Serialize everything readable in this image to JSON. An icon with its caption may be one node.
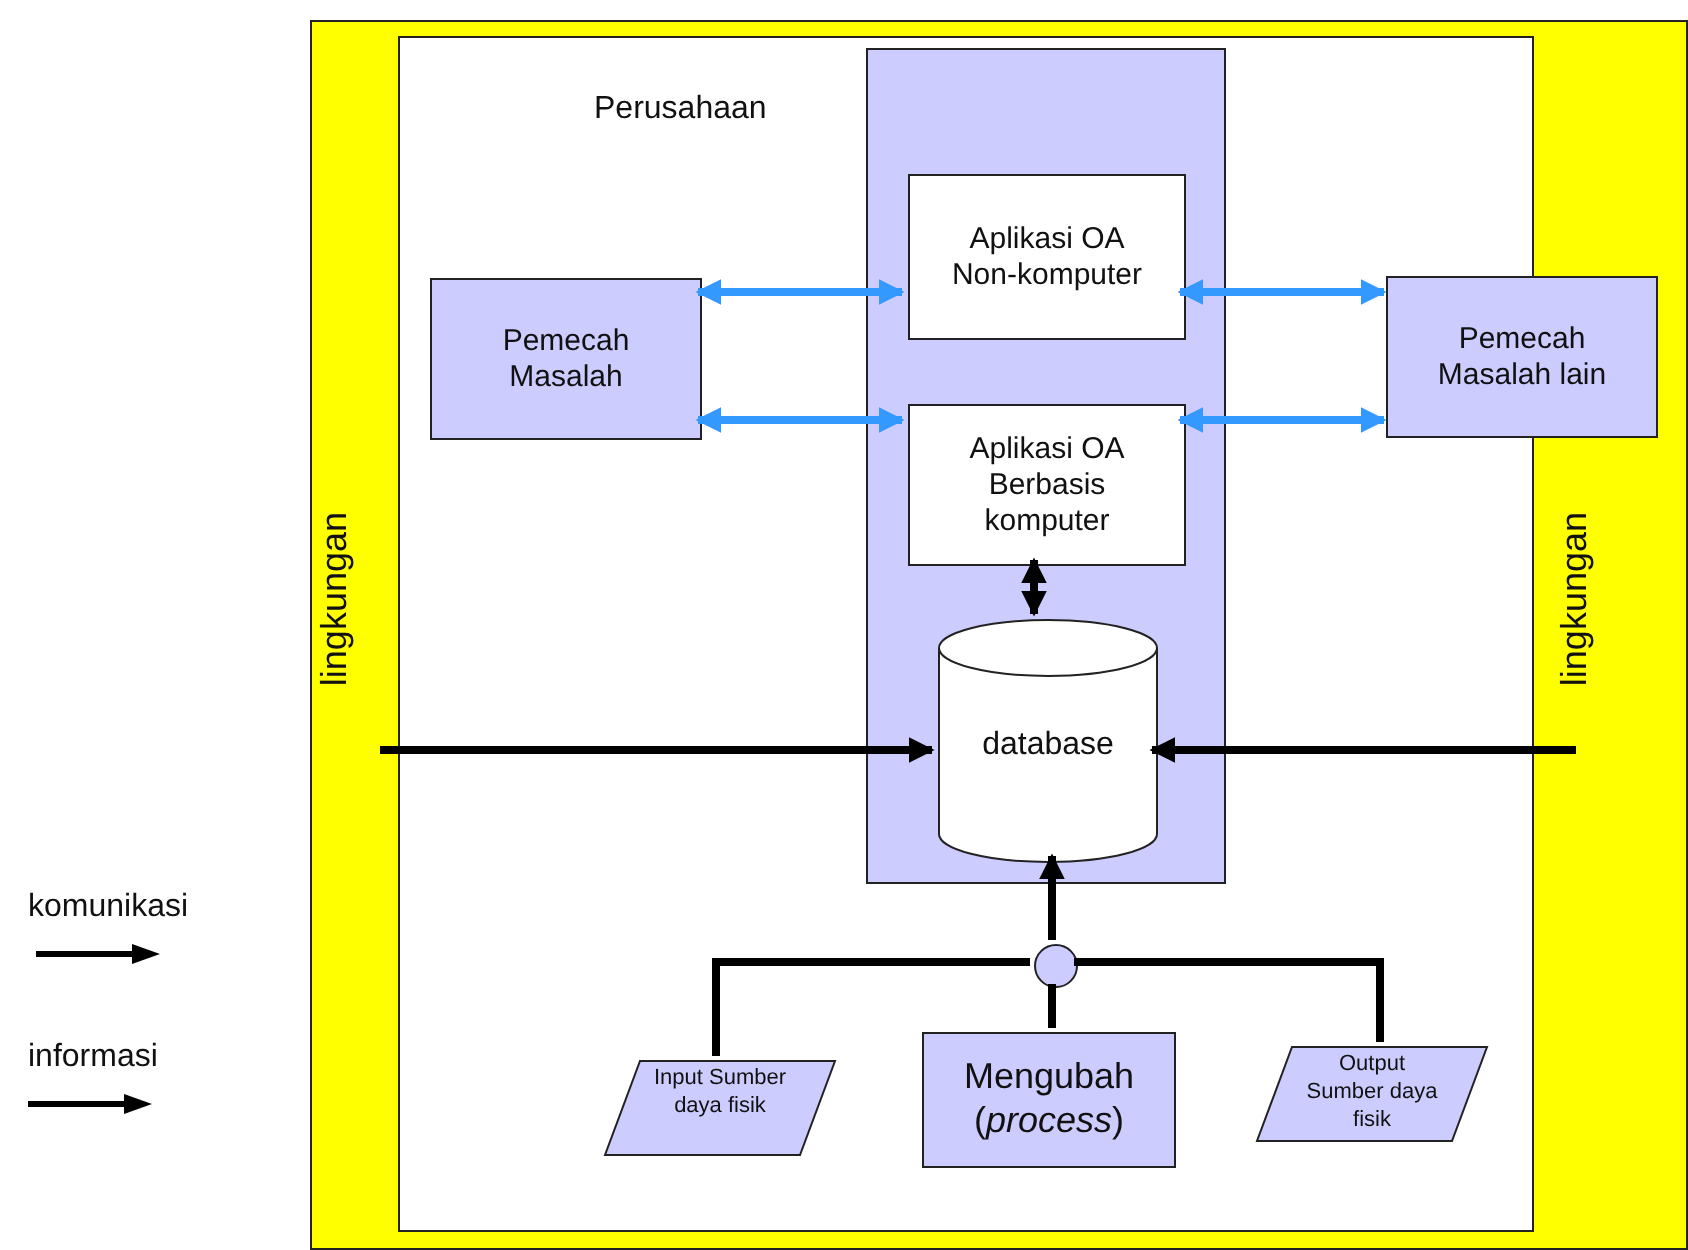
{
  "diagram": {
    "nodes": [
      {
        "text": [
          "lingkungan",
          "lingkungan"
        ]
      },
      {
        "text": [
          "Perusahaan"
        ],
        "in": 0
      },
      {
        "text": [],
        "shape": "box",
        "in": 1
      },
      {
        "text": [
          "Aplikasi OA Non-komputer"
        ],
        "in": 2
      },
      {
        "text": [
          "Aplikasi OA Berbasis komputer"
        ],
        "in": 2
      },
      {
        "text": [
          "database"
        ],
        "in": 2
      },
      {
        "text": [
          "Pemecah Masalah"
        ],
        "in": 1
      },
      {
        "text": [
          "Pemecah Masalah lain"
        ],
        "in": 0
      },
      {
        "text": [],
        "shape": "circle",
        "in": 1
      },
      {
        "text": [
          "Input Sumber daya fisik"
        ],
        "in": 1
      },
      {
        "text": [
          "Mengubah (*process*)"
        ],
        "in": 1
      },
      {
        "text": [
          "Output Sumber daya fisik"
        ],
        "in": 1
      }
    ],
    "edges": [
      {
        "from": 6,
        "to": 3,
        "arrow": "both",
        "color": "#3399ff"
      },
      {
        "from": 6,
        "to": 4,
        "arrow": "both",
        "color": "#3399ff"
      },
      {
        "from": 3,
        "to": 7,
        "arrow": "both",
        "color": "#3399ff"
      },
      {
        "from": 4,
        "to": 7,
        "arrow": "both",
        "color": "#3399ff"
      },
      {
        "from": 4,
        "to": 5,
        "arrow": "both"
      },
      {
        "from": 0,
        "to": 5,
        "arrow": "to"
      },
      {
        "from": 0,
        "to": 5,
        "arrow": "to"
      },
      {
        "from": 8,
        "to": 5,
        "arrow": "to"
      },
      {
        "from": 9,
        "to": 8,
        "arrow": "none"
      },
      {
        "from": 10,
        "to": 8,
        "arrow": "none"
      },
      {
        "from": 11,
        "to": 8,
        "arrow": "none"
      }
    ],
    "legend": [
      {
        "text": "komunikasi"
      },
      {
        "text": "informasi"
      }
    ]
  }
}
